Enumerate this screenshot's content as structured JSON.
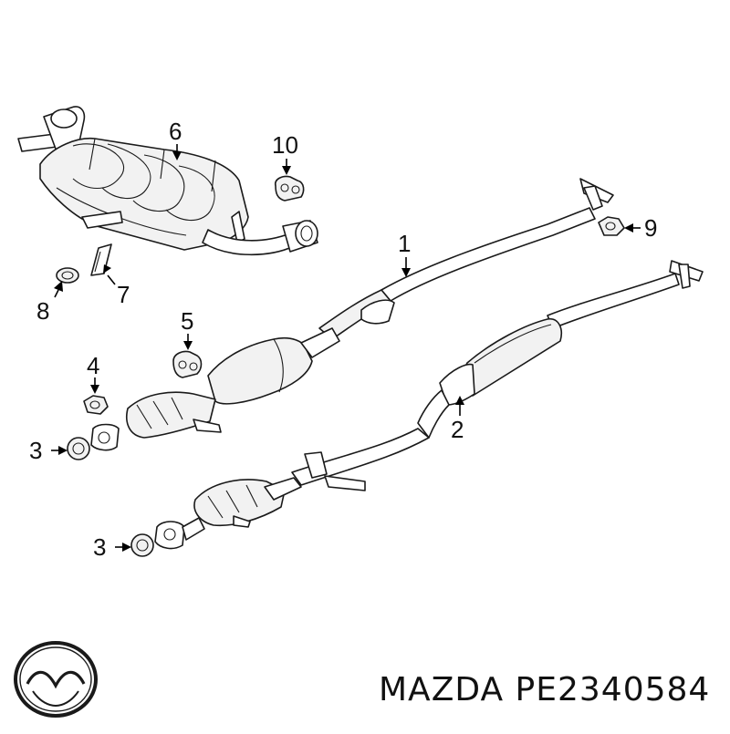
{
  "callouts": {
    "c1": "1",
    "c2": "2",
    "c3a": "3",
    "c3b": "3",
    "c4": "4",
    "c5": "5",
    "c6": "6",
    "c7": "7",
    "c8": "8",
    "c9": "9",
    "c10": "10"
  },
  "caption": {
    "brand": "MAZDA",
    "part_number": "PE2340584"
  },
  "icons": {
    "logo": "mazda-logo-icon"
  }
}
